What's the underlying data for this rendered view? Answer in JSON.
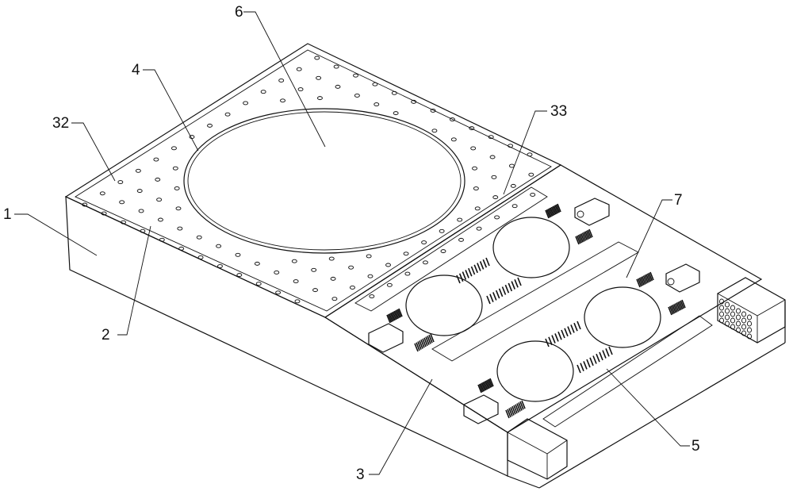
{
  "figure": {
    "labels": [
      {
        "id": "label-6",
        "text": "6"
      },
      {
        "id": "label-4",
        "text": "4"
      },
      {
        "id": "label-32",
        "text": "32"
      },
      {
        "id": "label-33",
        "text": "33"
      },
      {
        "id": "label-1",
        "text": "1"
      },
      {
        "id": "label-7",
        "text": "7"
      },
      {
        "id": "label-2",
        "text": "2"
      },
      {
        "id": "label-5",
        "text": "5"
      },
      {
        "id": "label-3",
        "text": "3"
      }
    ]
  }
}
